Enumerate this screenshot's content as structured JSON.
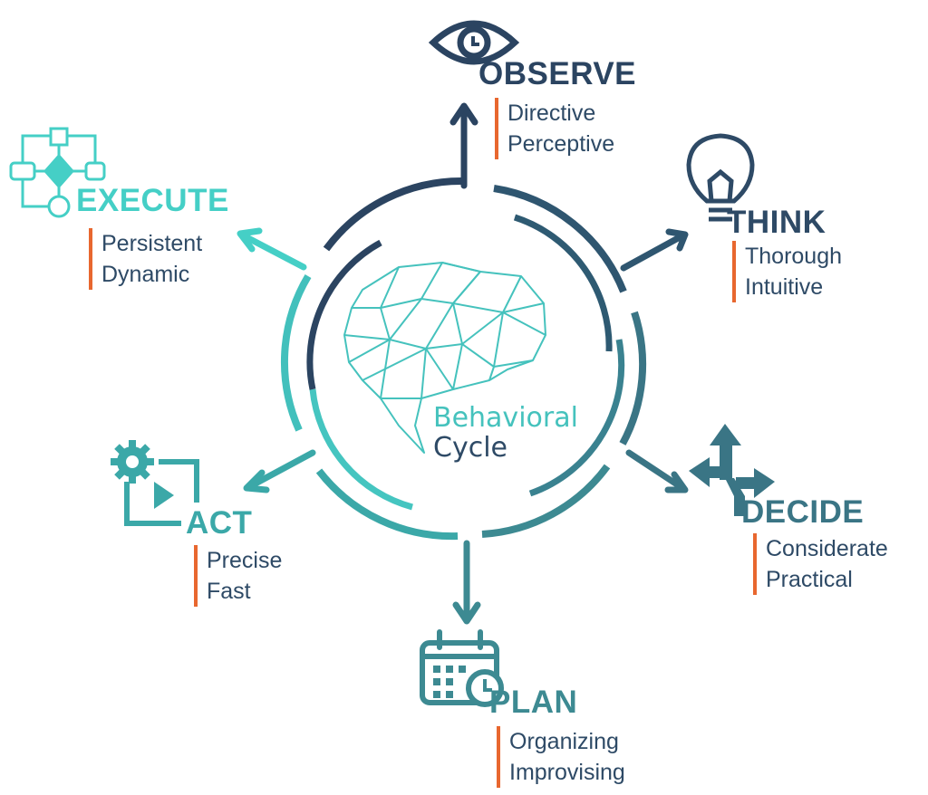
{
  "center": {
    "line1": "Behavioral",
    "line2": "Cycle"
  },
  "stages": {
    "observe": {
      "title": "OBSERVE",
      "traits": [
        "Directive",
        "Perceptive"
      ],
      "icon": "eye-icon",
      "color": "#2B4461"
    },
    "think": {
      "title": "THINK",
      "traits": [
        "Thorough",
        "Intuitive"
      ],
      "icon": "lightbulb-icon",
      "color": "#2E4A66"
    },
    "decide": {
      "title": "DECIDE",
      "traits": [
        "Considerate",
        "Practical"
      ],
      "icon": "split-arrows-icon",
      "color": "#3A7585"
    },
    "plan": {
      "title": "PLAN",
      "traits": [
        "Organizing",
        "Improvising"
      ],
      "icon": "calendar-clock-icon",
      "color": "#3D8A92"
    },
    "act": {
      "title": "ACT",
      "traits": [
        "Precise",
        "Fast"
      ],
      "icon": "gear-play-icon",
      "color": "#3BA8A8"
    },
    "execute": {
      "title": "EXECUTE",
      "traits": [
        "Persistent",
        "Dynamic"
      ],
      "icon": "flowchart-icon",
      "color": "#45CFC6"
    }
  },
  "colors": {
    "navy": "#2B4461",
    "teal_dark": "#3A7585",
    "teal_mid": "#3D8A92",
    "teal_light": "#45CFC6",
    "accent_bar": "#E8672F",
    "trait_text": "#2E4A66"
  }
}
